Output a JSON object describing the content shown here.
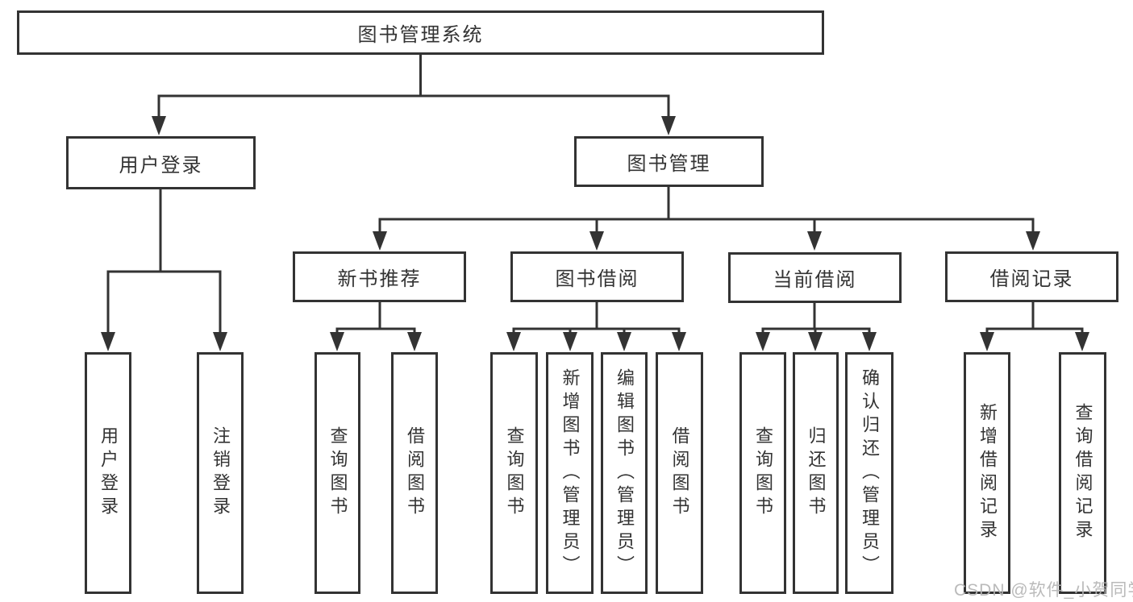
{
  "diagram": {
    "root": "图书管理系统",
    "level2": [
      "用户登录",
      "图书管理"
    ],
    "level3": [
      "新书推荐",
      "图书借阅",
      "当前借阅",
      "借阅记录"
    ],
    "leaves": {
      "login": [
        "用户登录",
        "注销登录"
      ],
      "recommend": [
        "查询图书",
        "借阅图书"
      ],
      "borrow": [
        "查询图书",
        "新增图书（管理员）",
        "编辑图书（管理员）",
        "借阅图书"
      ],
      "current": [
        "查询图书",
        "归还图书",
        "确认归还（管理员）"
      ],
      "records": [
        "新增借阅记录",
        "查询借阅记录"
      ]
    }
  },
  "watermark": "CSDN @软件_小贺同学",
  "colors": {
    "line": "#333333",
    "text": "#333333",
    "background": "#ffffff",
    "watermark": "#b5b5b5"
  }
}
